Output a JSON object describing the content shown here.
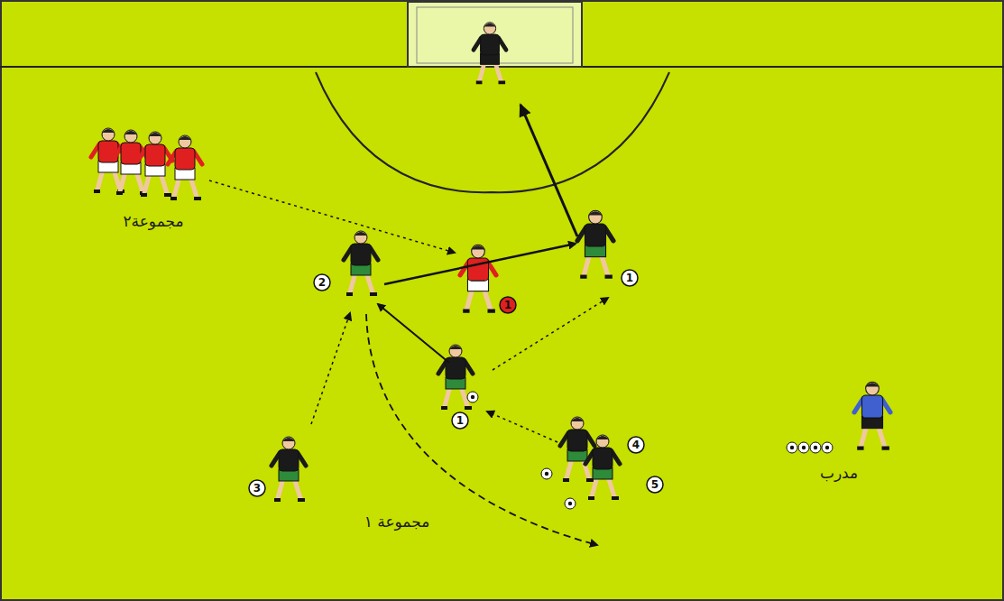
{
  "diagram": {
    "nodes": [
      {
        "text": [
          "2"
        ]
      },
      {
        "text": [
          "1"
        ]
      },
      {
        "text": [
          "1"
        ]
      },
      {
        "text": [
          "1"
        ]
      },
      {
        "text": [
          "4"
        ]
      },
      {
        "text": [
          "5"
        ]
      },
      {
        "text": [
          "3"
        ]
      }
    ],
    "labels": [
      "مجموعة٢",
      "مجموعة ١",
      "مدرب"
    ]
  }
}
